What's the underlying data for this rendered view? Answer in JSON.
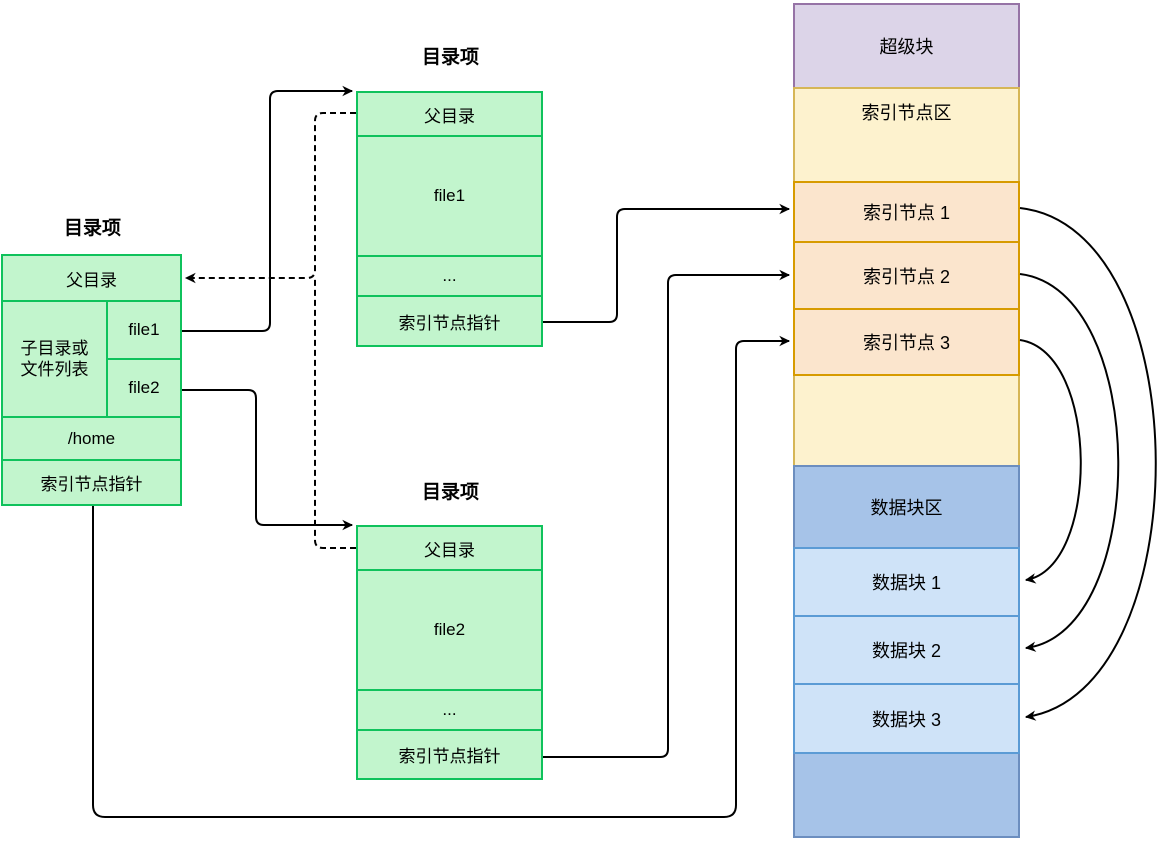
{
  "entries": {
    "left": {
      "title": "目录项",
      "parent": "父目录",
      "list_label": [
        "子目录或",
        "文件列表"
      ],
      "files": [
        "file1",
        "file2"
      ],
      "path": "/home",
      "pointer": "索引节点指针"
    },
    "top": {
      "title": "目录项",
      "parent": "父目录",
      "file": "file1",
      "more": "...",
      "pointer": "索引节点指针"
    },
    "bottom": {
      "title": "目录项",
      "parent": "父目录",
      "file": "file2",
      "more": "...",
      "pointer": "索引节点指针"
    }
  },
  "disk": {
    "superblock": "超级块",
    "inode_area": "索引节点区",
    "inodes": [
      "索引节点 1",
      "索引节点 2",
      "索引节点 3"
    ],
    "data_area": "数据块区",
    "blocks": [
      "数据块 1",
      "数据块 2",
      "数据块 3"
    ]
  },
  "colors": {
    "green_fill": "#c2f5cd",
    "green_stroke": "#0fc25c",
    "purple_fill": "#dcd4e8",
    "purple_stroke": "#9673a6",
    "yellow_fill": "#fdf2ce",
    "yellow_stroke": "#d6b656",
    "orange_fill": "#fbe5cd",
    "orange_stroke": "#d79b00",
    "blue_fill": "#a6c3e8",
    "blue_stroke": "#6c8ebf",
    "lightblue_fill": "#cfe3f8",
    "lightblue_stroke": "#5b9bd5",
    "line": "#000000"
  }
}
